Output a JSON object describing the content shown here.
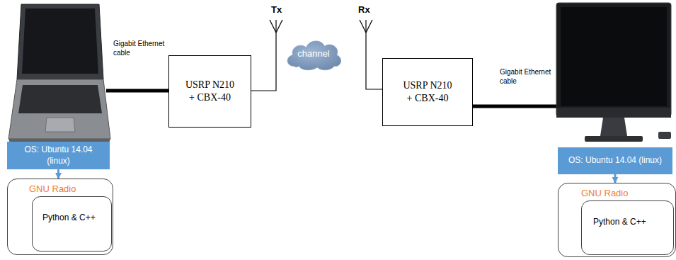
{
  "diagram": {
    "nodes": [
      {
        "text": [
          "OS: Ubuntu 14.04 (linux)"
        ]
      },
      {
        "text": [
          "GNU Radio"
        ]
      },
      {
        "text": [
          "Python & C++"
        ],
        "in": 1
      },
      {
        "text": [
          "USRP N210 + CBX-40"
        ]
      },
      {
        "text": [
          "channel"
        ]
      },
      {
        "text": [
          "USRP N210 + CBX-40"
        ]
      },
      {
        "text": [
          "OS: Ubuntu 14.04 (linux)"
        ]
      },
      {
        "text": [
          "GNU Radio"
        ]
      },
      {
        "text": [
          "Python & C++"
        ],
        "in": 7
      }
    ],
    "edges": [
      {
        "from": 0,
        "to": 1,
        "arrow": "to"
      },
      {
        "from": 6,
        "to": 7,
        "arrow": "to"
      }
    ],
    "labels": [
      "Gigabit Ethernet cable",
      "Tx",
      "Rx",
      "Gigabit Ethernet cable"
    ]
  }
}
